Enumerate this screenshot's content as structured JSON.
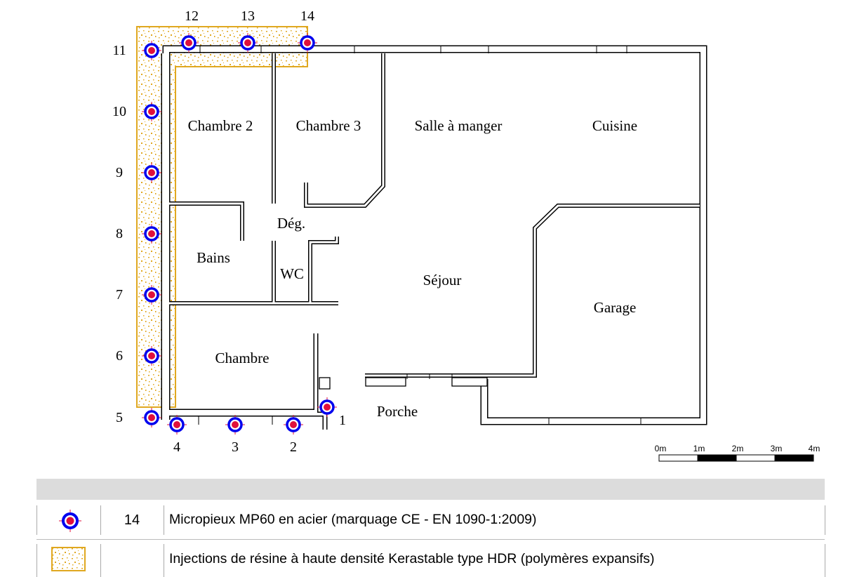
{
  "rooms": {
    "chambre2": "Chambre 2",
    "chambre3": "Chambre 3",
    "salle_a_manger": "Salle à manger",
    "cuisine": "Cuisine",
    "degagement": "Dég.",
    "bains": "Bains",
    "wc": "WC",
    "sejour": "Séjour",
    "garage": "Garage",
    "chambre": "Chambre",
    "porche": "Porche"
  },
  "piles": [
    "1",
    "2",
    "3",
    "4",
    "5",
    "6",
    "7",
    "8",
    "9",
    "10",
    "11",
    "12",
    "13",
    "14"
  ],
  "scale": {
    "labels": [
      "0m",
      "1m",
      "2m",
      "3m",
      "4m"
    ]
  },
  "legend": {
    "rows": [
      {
        "symbol": "micropile-icon",
        "count": "14",
        "description": "Micropieux MP60 en acier (marquage CE - EN 1090-1:2009)"
      },
      {
        "symbol": "resin-hatch-icon",
        "count": "",
        "description": "Injections de résine à haute densité Kerastable type HDR (polymères expansifs)"
      }
    ]
  },
  "colors": {
    "resin": "#e0a820",
    "pile_ring": "#0000ee",
    "pile_core": "#e0103c",
    "wall": "#000000"
  }
}
